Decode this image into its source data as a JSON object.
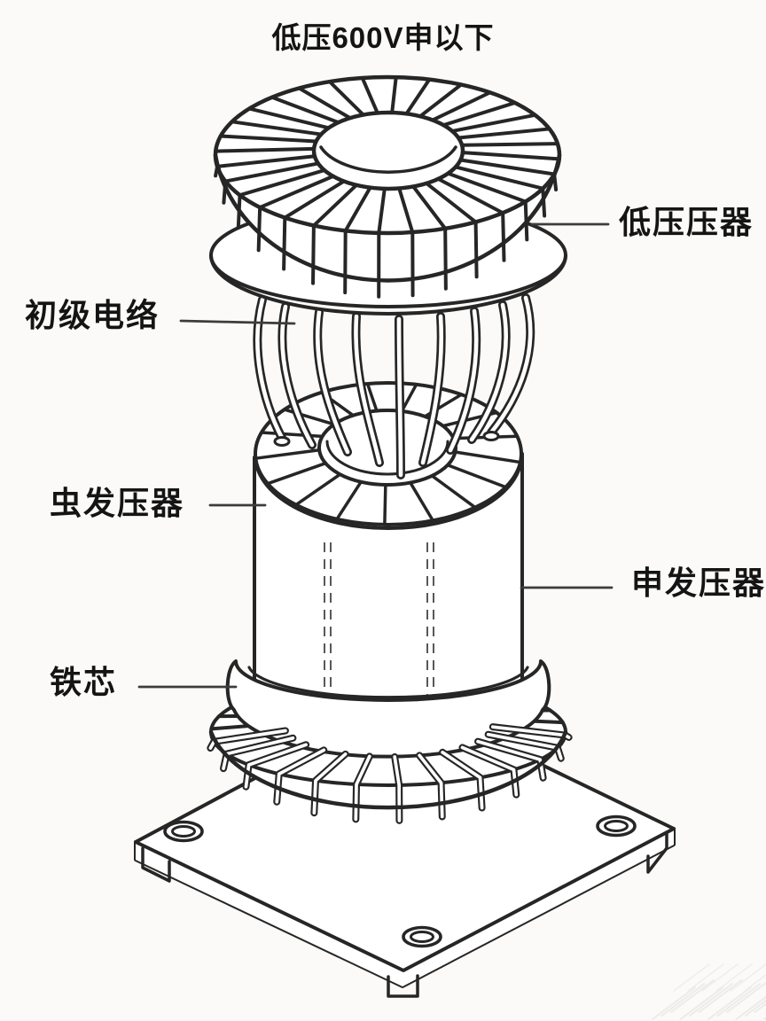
{
  "title": "低压600V申以下",
  "labels": {
    "low_voltage_winding": "低压压器",
    "primary_wires": "初级电络",
    "mid_winding": "虫发压器",
    "main_winding": "申发压器",
    "iron_core": "铁芯"
  },
  "colors": {
    "background": "#fbfaf8",
    "line": "#262626",
    "text": "#141414"
  }
}
